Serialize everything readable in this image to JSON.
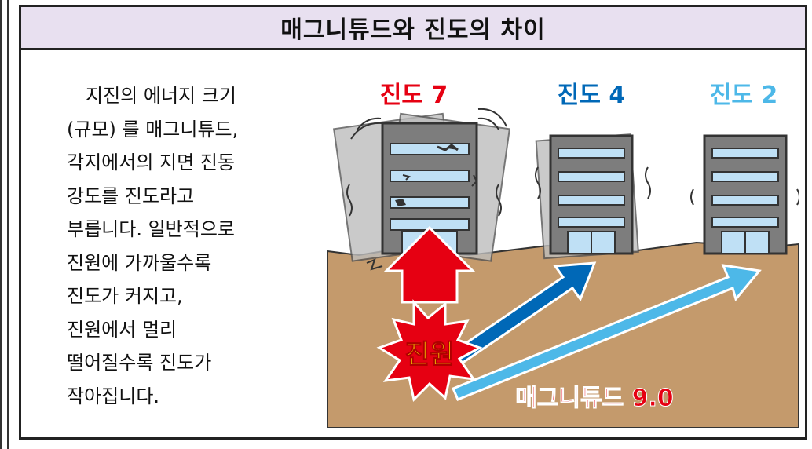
{
  "title": "매그니튜드와 진도의 차이",
  "description_lines": [
    "　지진의 에너지 크기",
    "(규모) 를 매그니튜드,",
    "각지에서의 지면 진동",
    "강도를 진도라고",
    "부릅니다. 일반적으로",
    "진원에 가까울수록",
    "진도가 커지고,",
    "진원에서 멀리",
    "떨어질수록 진도가",
    "작아집니다."
  ],
  "diagram": {
    "intensity_labels": [
      {
        "text": "진도 7",
        "color": "#e60012"
      },
      {
        "text": "진도 4",
        "color": "#0068b7"
      },
      {
        "text": "진도 2",
        "color": "#4db8e8"
      }
    ],
    "hypocenter_label": "진원",
    "magnitude_label": "매그니튜드 9.0",
    "colors": {
      "ground": "#c49a6c",
      "building": "#7d7d7d",
      "window": "#bfe0f5",
      "hypocenter": "#e60012",
      "magnitude_text": "#e60012"
    }
  }
}
